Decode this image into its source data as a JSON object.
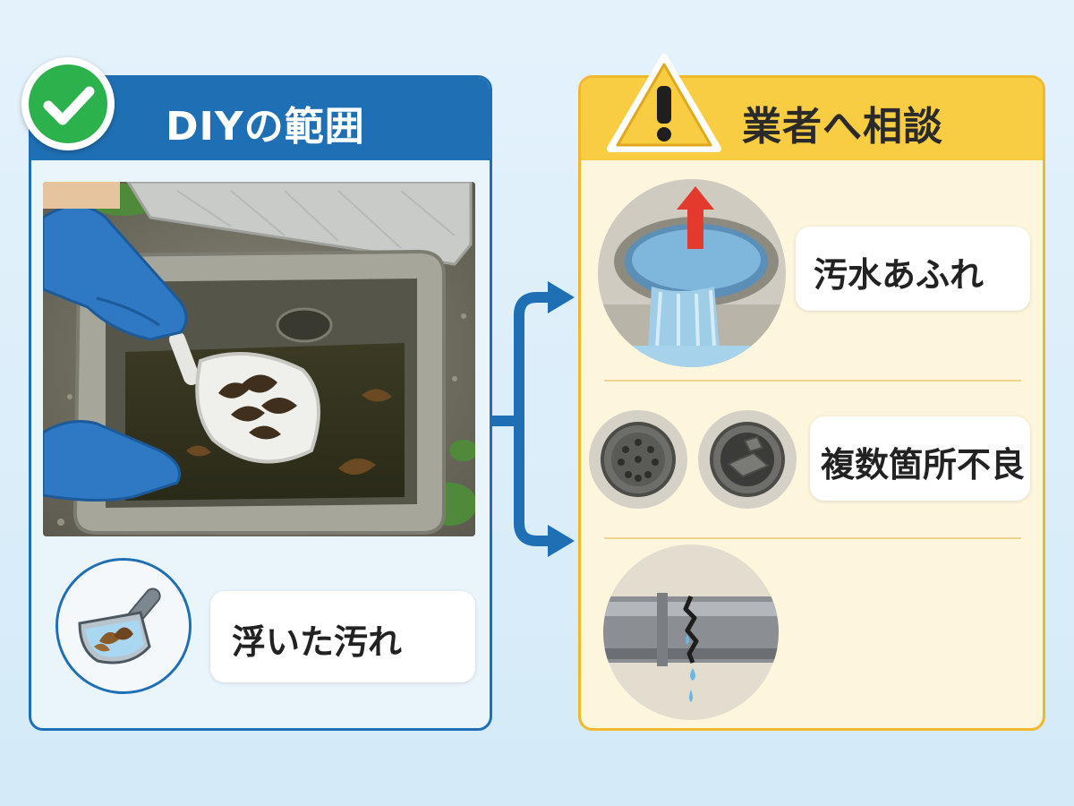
{
  "left_panel": {
    "title": "DIYの範囲",
    "check_icon": "check-circle-icon",
    "accent_color": "#1f6fb5",
    "items": [
      {
        "label": "浮いた汚れ",
        "icon": "scoop-icon"
      }
    ]
  },
  "right_panel": {
    "title": "業者へ相談",
    "warning_icon": "warning-triangle-icon",
    "accent_color": "#f9cd41",
    "items": [
      {
        "label": "汚水あふれ",
        "icon": "overflowing-basin-icon"
      },
      {
        "label": "複数箇所不良",
        "icon": "drain-covers-icon"
      },
      {
        "label": "",
        "icon": "cracked-pipe-icon"
      }
    ]
  },
  "connector": {
    "color": "#1f6fb5",
    "icon": "branch-arrow-icon"
  }
}
